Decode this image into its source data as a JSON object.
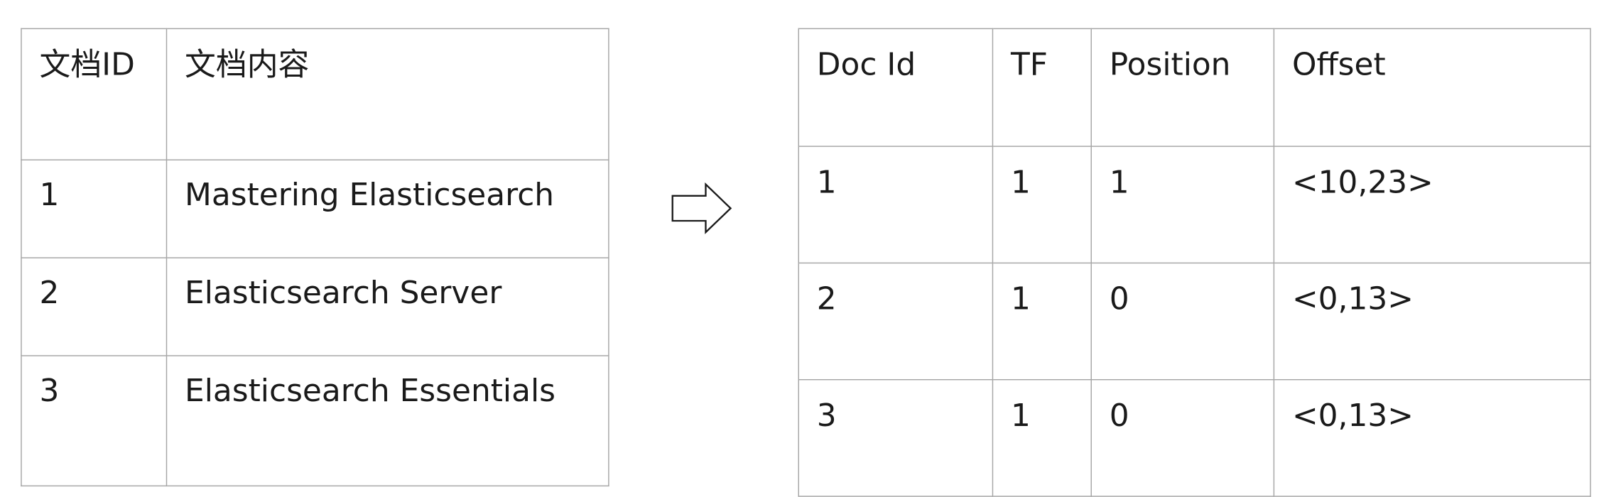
{
  "left_table": {
    "headers": [
      "文档ID",
      "文档内容"
    ],
    "rows": [
      [
        "1",
        "Mastering Elasticsearch"
      ],
      [
        "2",
        "Elasticsearch Server"
      ],
      [
        "3",
        "Elasticsearch Essentials"
      ]
    ]
  },
  "right_table": {
    "headers": [
      "Doc Id",
      "TF",
      "Position",
      "Offset"
    ],
    "rows": [
      [
        "1",
        "1",
        "1",
        "<10,23>"
      ],
      [
        "2",
        "1",
        "0",
        "<0,13>"
      ],
      [
        "3",
        "1",
        "0",
        "<0,13>"
      ]
    ]
  }
}
